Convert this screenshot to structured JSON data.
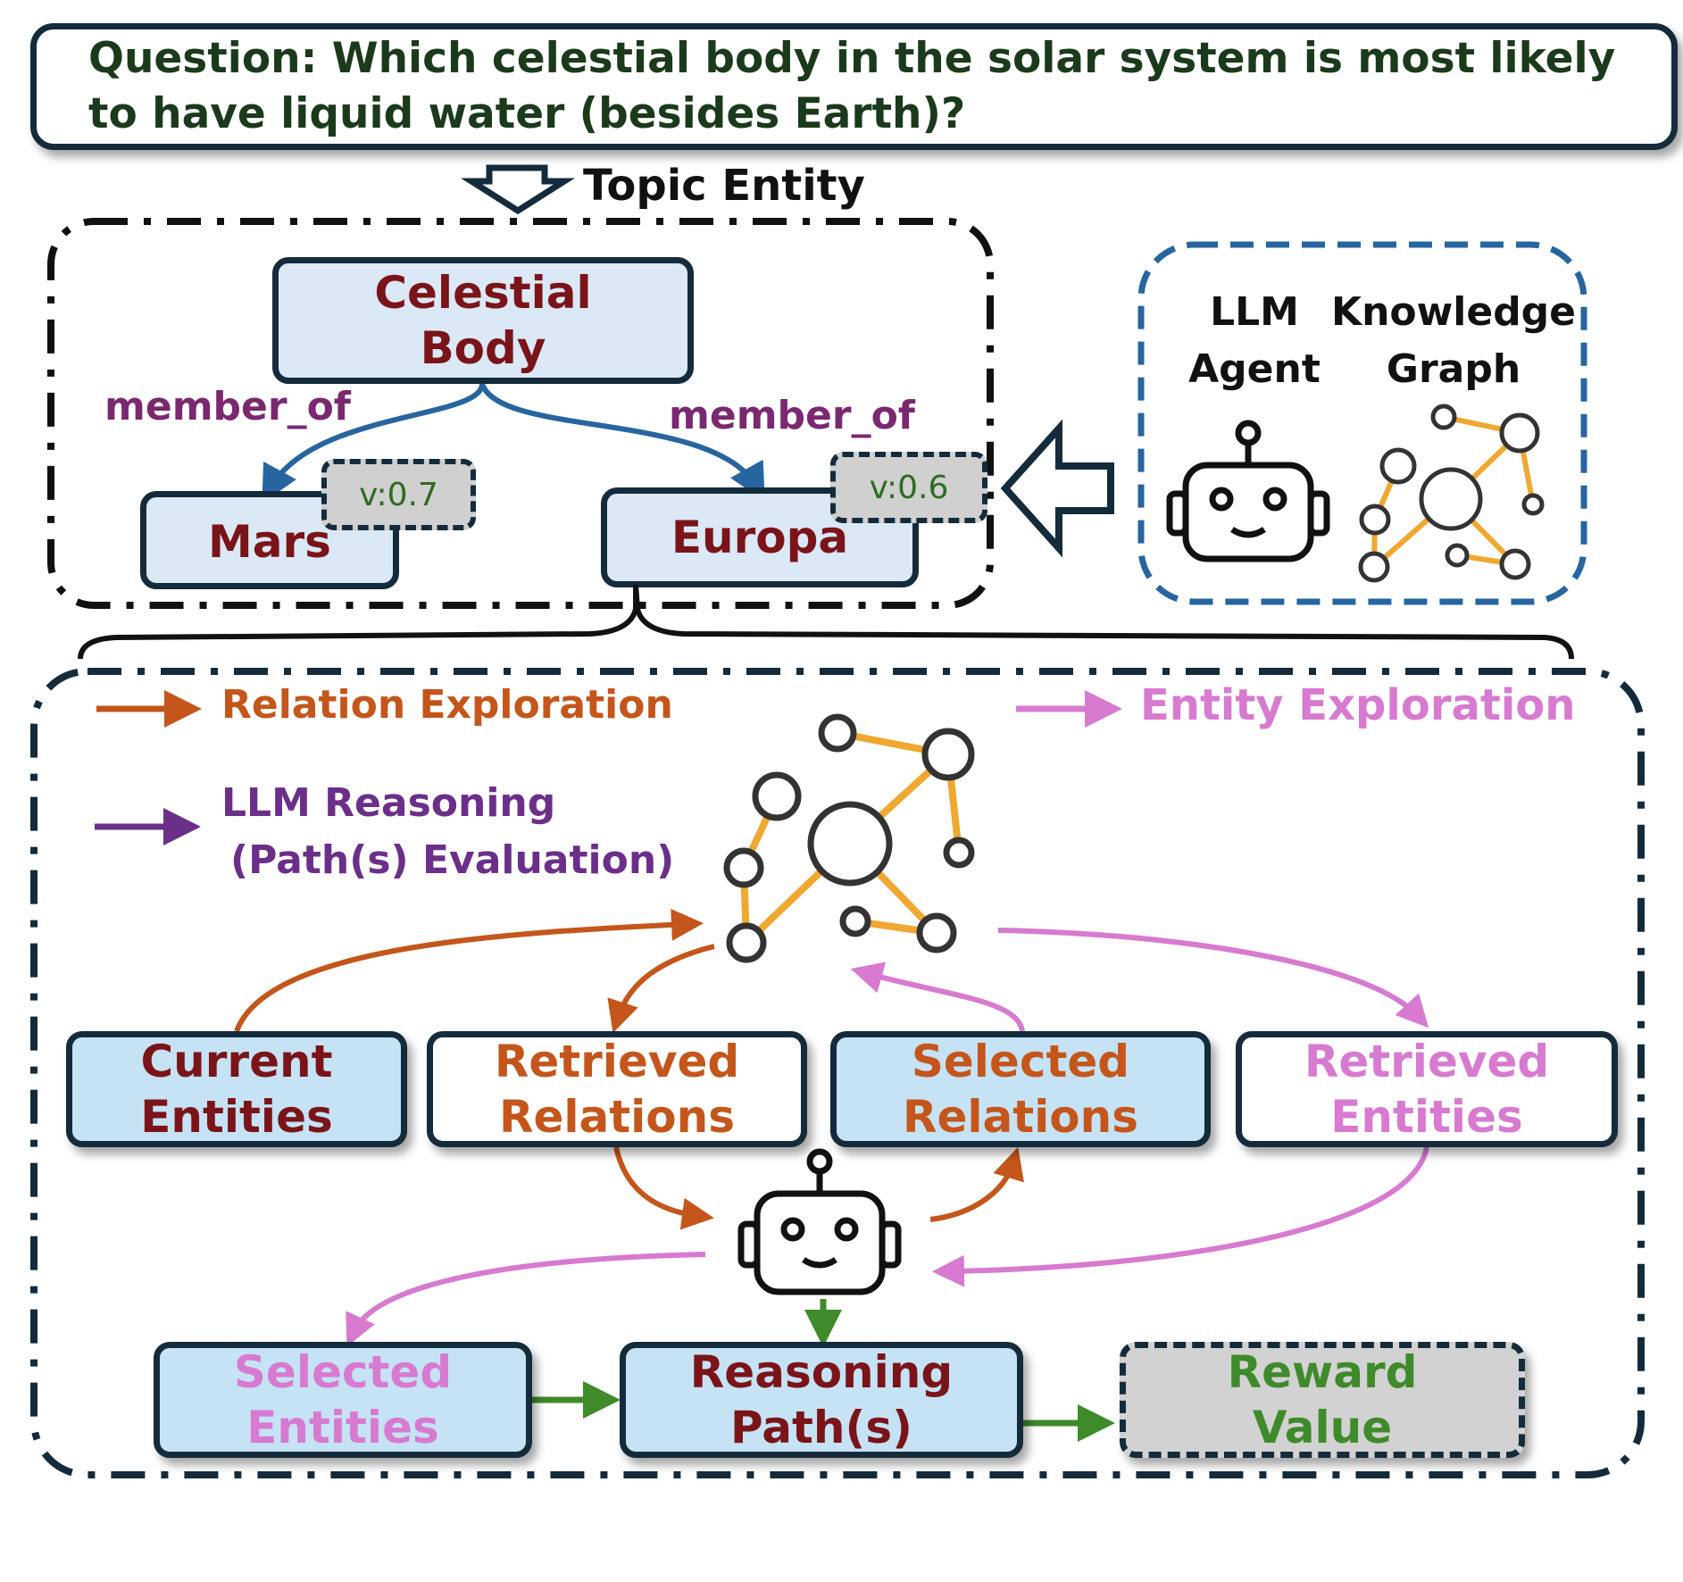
{
  "question": {
    "line1": "Question: Which celestial body in the solar system is most likely",
    "line2": "to have liquid water (besides Earth)?"
  },
  "topic_entity_label": "Topic Entity",
  "top_graph": {
    "root": {
      "line1": "Celestial",
      "line2": "Body"
    },
    "edge_left_label": "member_of",
    "edge_right_label": "member_of",
    "left_node": {
      "label": "Mars",
      "value": "v:0.7"
    },
    "right_node": {
      "label": "Europa",
      "value": "v:0.6"
    }
  },
  "legend_box": {
    "agent": {
      "line1": "LLM",
      "line2": "Agent"
    },
    "graph": {
      "line1": "Knowledge",
      "line2": "Graph"
    }
  },
  "process": {
    "legend": {
      "relation_exploration": "Relation Exploration",
      "entity_exploration": "Entity Exploration",
      "llm_reasoning_line1": "LLM Reasoning",
      "llm_reasoning_line2": "(Path(s) Evaluation)"
    },
    "nodes": {
      "current_entities": {
        "line1": "Current",
        "line2": "Entities"
      },
      "retrieved_relations": {
        "line1": "Retrieved",
        "line2": "Relations"
      },
      "selected_relations": {
        "line1": "Selected",
        "line2": "Relations"
      },
      "retrieved_entities": {
        "line1": "Retrieved",
        "line2": "Entities"
      },
      "selected_entities": {
        "line1": "Selected",
        "line2": "Entities"
      },
      "reasoning_paths": {
        "line1": "Reasoning",
        "line2": "Path(s)"
      },
      "reward_value": {
        "line1": "Reward",
        "line2": "Value"
      }
    }
  },
  "colors": {
    "dark_navy": "#142b3c",
    "dark_red": "#7a1418",
    "orange": "#c4561b",
    "pink": "#d77ad0",
    "purple": "#6b2f8a",
    "blue_arrow": "#2765a0",
    "green": "#3f8a2a",
    "question_text": "#1b3a1b",
    "kg_edge": "#f0a830"
  }
}
